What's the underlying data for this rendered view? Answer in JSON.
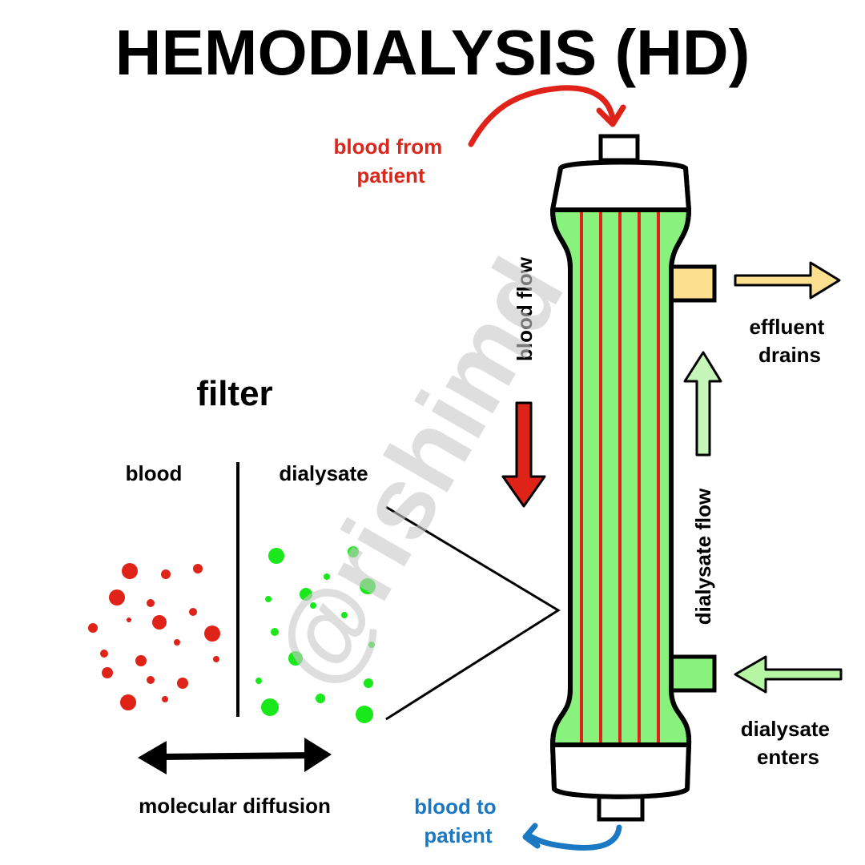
{
  "title": "HEMODIALYSIS (HD)",
  "watermark": "@rishimd",
  "labels": {
    "blood_from_patient": [
      "blood from",
      "patient"
    ],
    "blood_to_patient": [
      "blood to",
      "patient"
    ],
    "blood_flow": "blood flow",
    "dialysate_flow": "dialysate flow",
    "effluent_drains": [
      "effluent",
      "drains"
    ],
    "dialysate_enters": [
      "dialysate",
      "enters"
    ]
  },
  "inset": {
    "heading": "filter",
    "left_label": "blood",
    "right_label": "dialysate",
    "caption": "molecular diffusion"
  },
  "colors": {
    "blood": "#e02318",
    "blood_text": "#d9271c",
    "blood_to_patient_text": "#1b78c2",
    "dialysate": "#88f27c",
    "dialysate_particle": "#19e81b",
    "effluent": "#fde08f",
    "ink": "#000000",
    "watermark": "#d9d9d9"
  }
}
